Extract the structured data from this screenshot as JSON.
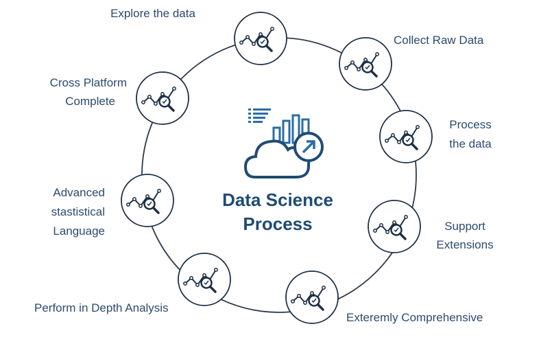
{
  "diagram": {
    "title_lines": [
      "Data Science",
      "Process"
    ],
    "steps": [
      {
        "label_lines": [
          "Explore the data"
        ],
        "icon": "chart-magnifier-icon"
      },
      {
        "label_lines": [
          "Collect Raw Data"
        ],
        "icon": "chart-magnifier-icon"
      },
      {
        "label_lines": [
          "Process",
          "the data"
        ],
        "icon": "chart-magnifier-icon"
      },
      {
        "label_lines": [
          "Support",
          "Extensions"
        ],
        "icon": "chart-magnifier-icon"
      },
      {
        "label_lines": [
          "Exteremly Comprehensive"
        ],
        "icon": "chart-magnifier-icon"
      },
      {
        "label_lines": [
          "Perform in Depth Analysis"
        ],
        "icon": "chart-magnifier-icon"
      },
      {
        "label_lines": [
          "Advanced",
          "stastistical",
          "Language"
        ],
        "icon": "chart-magnifier-icon"
      },
      {
        "label_lines": [
          "Cross Platform",
          "Complete"
        ],
        "icon": "chart-magnifier-icon"
      }
    ],
    "center_icon": "cloud-analytics-icon",
    "colors": {
      "primary": "#1f4b74",
      "stroke": "#1c2f44",
      "text": "#2b4a6e"
    }
  }
}
